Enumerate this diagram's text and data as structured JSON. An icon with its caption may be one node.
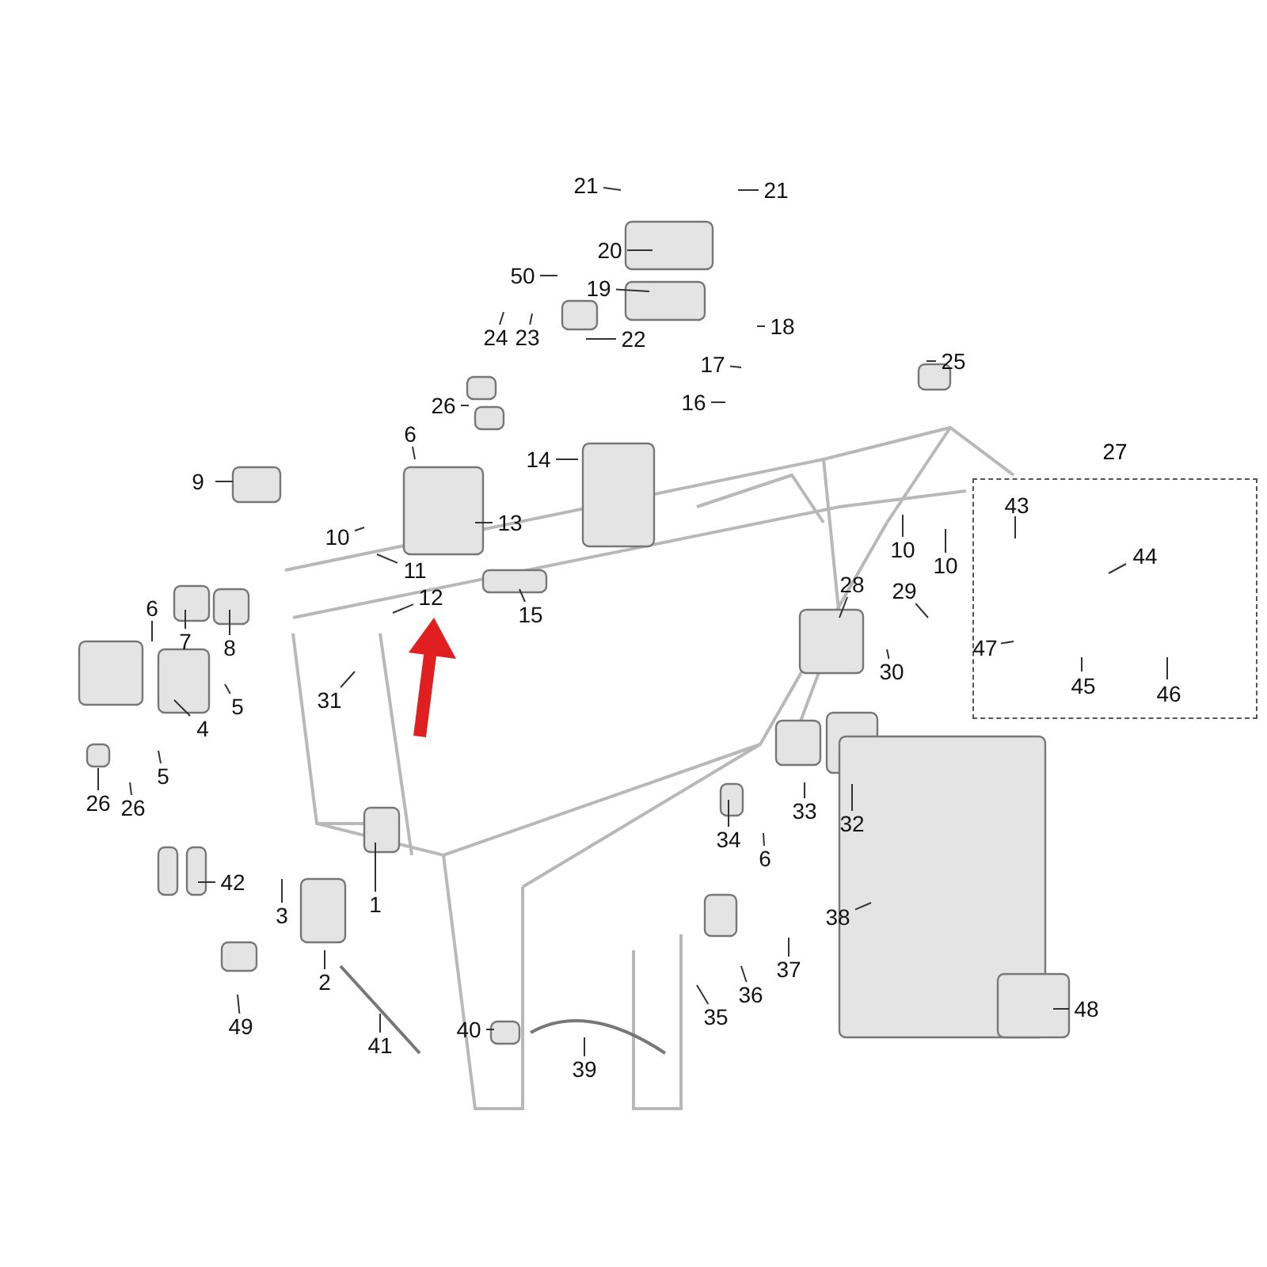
{
  "diagram": {
    "nodes": [
      {
        "text": [
          "21"
        ]
      },
      {
        "text": [
          "21"
        ]
      },
      {
        "text": [
          "20"
        ]
      },
      {
        "text": [
          "50"
        ]
      },
      {
        "text": [
          "19"
        ]
      },
      {
        "text": [
          "22"
        ]
      },
      {
        "text": [
          "18"
        ]
      },
      {
        "text": [
          "24"
        ]
      },
      {
        "text": [
          "23"
        ]
      },
      {
        "text": [
          "25"
        ]
      },
      {
        "text": [
          "17"
        ]
      },
      {
        "text": [
          "26"
        ]
      },
      {
        "text": [
          "16"
        ]
      },
      {
        "text": [
          "6"
        ]
      },
      {
        "text": [
          "14"
        ]
      },
      {
        "text": [
          "9"
        ]
      },
      {
        "text": [
          "13"
        ]
      },
      {
        "text": [
          "27"
        ]
      },
      {
        "text": [
          "43"
        ],
        "in": 17
      },
      {
        "text": [
          "10"
        ]
      },
      {
        "text": [
          "10"
        ]
      },
      {
        "text": [
          "44"
        ],
        "in": 17
      },
      {
        "text": [
          "10"
        ]
      },
      {
        "text": [
          "11"
        ]
      },
      {
        "text": [
          "15"
        ]
      },
      {
        "text": [
          "28"
        ]
      },
      {
        "text": [
          "29"
        ]
      },
      {
        "text": [
          "12"
        ]
      },
      {
        "text": [
          "6"
        ]
      },
      {
        "text": [
          "7"
        ]
      },
      {
        "text": [
          "8"
        ]
      },
      {
        "text": [
          "47"
        ],
        "in": 17
      },
      {
        "text": [
          "30"
        ]
      },
      {
        "text": [
          "45"
        ],
        "in": 17
      },
      {
        "text": [
          "46"
        ],
        "in": 17
      },
      {
        "text": [
          "31"
        ]
      },
      {
        "text": [
          "5"
        ]
      },
      {
        "text": [
          "4"
        ]
      },
      {
        "text": [
          "5"
        ]
      },
      {
        "text": [
          "33"
        ]
      },
      {
        "text": [
          "26"
        ]
      },
      {
        "text": [
          "26"
        ]
      },
      {
        "text": [
          "32"
        ]
      },
      {
        "text": [
          "34"
        ]
      },
      {
        "text": [
          "6"
        ]
      },
      {
        "text": [
          "42"
        ]
      },
      {
        "text": [
          "1"
        ]
      },
      {
        "text": [
          "3"
        ]
      },
      {
        "text": [
          "38"
        ]
      },
      {
        "text": [
          "37"
        ]
      },
      {
        "text": [
          "2"
        ]
      },
      {
        "text": [
          "36"
        ]
      },
      {
        "text": [
          "35"
        ]
      },
      {
        "text": [
          "48"
        ]
      },
      {
        "text": [
          "49"
        ]
      },
      {
        "text": [
          "40"
        ]
      },
      {
        "text": [
          "41"
        ]
      },
      {
        "text": [
          "39"
        ]
      }
    ],
    "edges": [
      {
        "from": 0,
        "to": null,
        "arrow": "none"
      },
      {
        "from": 1,
        "to": null,
        "arrow": "none"
      },
      {
        "from": 2,
        "to": null,
        "arrow": "none"
      },
      {
        "from": 3,
        "to": null,
        "arrow": "none"
      },
      {
        "from": 4,
        "to": null,
        "arrow": "none"
      },
      {
        "from": 5,
        "to": null,
        "arrow": "none"
      },
      {
        "from": 6,
        "to": null,
        "arrow": "none"
      },
      {
        "from": 7,
        "to": null,
        "arrow": "none"
      },
      {
        "from": 8,
        "to": null,
        "arrow": "none"
      },
      {
        "from": 9,
        "to": null,
        "arrow": "none"
      },
      {
        "from": 10,
        "to": null,
        "arrow": "none"
      },
      {
        "from": 11,
        "to": null,
        "arrow": "none"
      },
      {
        "from": 12,
        "to": null,
        "arrow": "none"
      },
      {
        "from": 13,
        "to": null,
        "arrow": "none"
      },
      {
        "from": 14,
        "to": null,
        "arrow": "none"
      },
      {
        "from": 15,
        "to": null,
        "arrow": "none"
      },
      {
        "from": 16,
        "to": null,
        "arrow": "none"
      },
      {
        "from": 18,
        "to": null,
        "arrow": "none"
      },
      {
        "from": 19,
        "to": null,
        "arrow": "none"
      },
      {
        "from": 20,
        "to": null,
        "arrow": "none"
      },
      {
        "from": 21,
        "to": null,
        "arrow": "none"
      },
      {
        "from": 22,
        "to": null,
        "arrow": "none"
      },
      {
        "from": 23,
        "to": null,
        "arrow": "none"
      },
      {
        "from": 24,
        "to": null,
        "arrow": "none"
      },
      {
        "from": 25,
        "to": null,
        "arrow": "none"
      },
      {
        "from": 26,
        "to": null,
        "arrow": "none"
      },
      {
        "from": 27,
        "to": null,
        "arrow": "none"
      },
      {
        "from": 28,
        "to": null,
        "arrow": "none"
      },
      {
        "from": 29,
        "to": null,
        "arrow": "none"
      },
      {
        "from": 30,
        "to": null,
        "arrow": "none"
      },
      {
        "from": 31,
        "to": null,
        "arrow": "none"
      },
      {
        "from": 32,
        "to": null,
        "arrow": "none"
      },
      {
        "from": 33,
        "to": null,
        "arrow": "none"
      },
      {
        "from": 34,
        "to": null,
        "arrow": "none"
      },
      {
        "from": 35,
        "to": null,
        "arrow": "none"
      },
      {
        "from": 36,
        "to": null,
        "arrow": "none"
      },
      {
        "from": 37,
        "to": null,
        "arrow": "none"
      },
      {
        "from": 38,
        "to": null,
        "arrow": "none"
      },
      {
        "from": 39,
        "to": null,
        "arrow": "none"
      },
      {
        "from": 40,
        "to": null,
        "arrow": "none"
      },
      {
        "from": 41,
        "to": null,
        "arrow": "none"
      },
      {
        "from": 42,
        "to": null,
        "arrow": "none"
      },
      {
        "from": 43,
        "to": null,
        "arrow": "none"
      },
      {
        "from": 44,
        "to": null,
        "arrow": "none"
      },
      {
        "from": 45,
        "to": null,
        "arrow": "none"
      },
      {
        "from": 46,
        "to": null,
        "arrow": "none"
      },
      {
        "from": 47,
        "to": null,
        "arrow": "none"
      },
      {
        "from": 48,
        "to": null,
        "arrow": "none"
      },
      {
        "from": 49,
        "to": null,
        "arrow": "none"
      },
      {
        "from": 50,
        "to": null,
        "arrow": "none"
      },
      {
        "from": 51,
        "to": null,
        "arrow": "none"
      },
      {
        "from": 52,
        "to": null,
        "arrow": "none"
      },
      {
        "from": 53,
        "to": null,
        "arrow": "none"
      },
      {
        "from": 54,
        "to": null,
        "arrow": "none"
      },
      {
        "from": 55,
        "to": null,
        "arrow": "none"
      },
      {
        "from": 56,
        "to": null,
        "arrow": "none"
      },
      {
        "from": 57,
        "to": null,
        "arrow": "none"
      }
    ]
  }
}
